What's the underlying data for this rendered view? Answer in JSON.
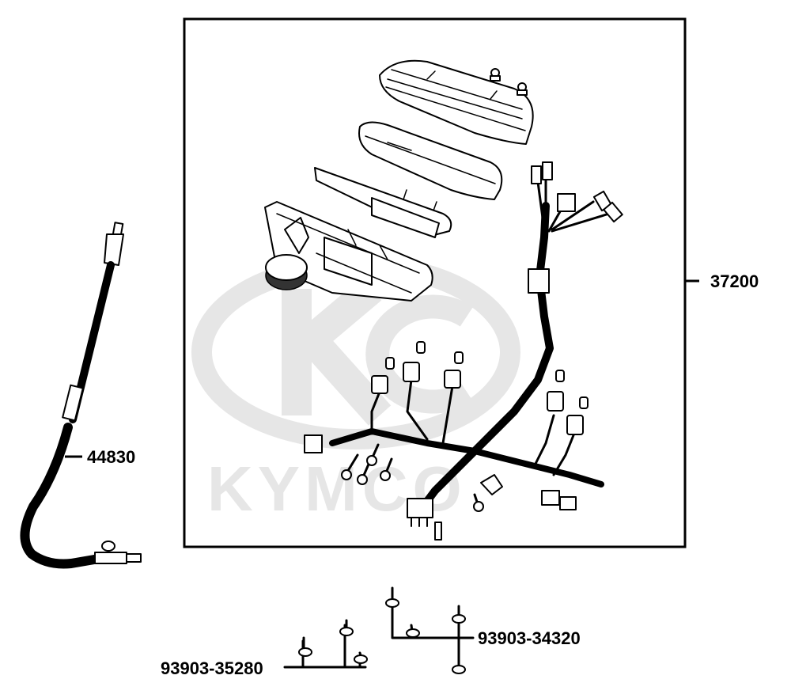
{
  "watermark": {
    "text": "KYMCO",
    "color": "#e6e6e6"
  },
  "parts": {
    "speedometer_cable": {
      "part_number": "44830"
    },
    "meter_assembly": {
      "part_number": "37200"
    },
    "screws_a": {
      "part_number": "93903-35280"
    },
    "screws_b": {
      "part_number": "93903-34320"
    }
  },
  "colors": {
    "line": "#000000",
    "background": "#ffffff"
  }
}
